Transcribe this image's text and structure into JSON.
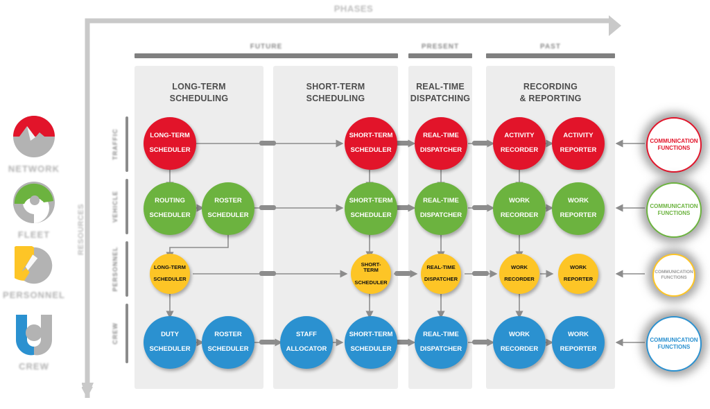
{
  "diagram": {
    "top_axis_label": "PHASES",
    "left_axis_label": "RESOURCES",
    "phases": [
      {
        "id": "future",
        "label": "FUTURE"
      },
      {
        "id": "present",
        "label": "PRESENT"
      },
      {
        "id": "past",
        "label": "PAST"
      }
    ],
    "columns": [
      {
        "id": "long-term-scheduling",
        "title_line1": "LONG-TERM",
        "title_line2": "SCHEDULING"
      },
      {
        "id": "short-term-scheduling",
        "title_line1": "SHORT-TERM",
        "title_line2": "SCHEDULING"
      },
      {
        "id": "real-time-dispatching",
        "title_line1": "REAL-TIME",
        "title_line2": "DISPATCHING"
      },
      {
        "id": "recording-reporting",
        "title_line1": "RECORDING",
        "title_line2": "& REPORTING"
      }
    ],
    "rows": [
      {
        "id": "traffic",
        "label": "TRAFFIC",
        "color": "#e2142a"
      },
      {
        "id": "vehicle",
        "label": "VEHICLE",
        "color": "#6cb33f"
      },
      {
        "id": "personnel",
        "label": "PERSONNEL",
        "color": "#fdc526"
      },
      {
        "id": "crew",
        "label": "CREW",
        "color": "#2b91d0"
      }
    ],
    "products": [
      {
        "id": "network",
        "label": "NETWORK",
        "color": "#e2142a"
      },
      {
        "id": "fleet",
        "label": "FLEET",
        "color": "#6cb33f"
      },
      {
        "id": "personnel",
        "label": "PERSONNEL",
        "color": "#fdc526"
      },
      {
        "id": "crew",
        "label": "CREW",
        "color": "#2b91d0"
      }
    ],
    "nodes": [
      {
        "row": "traffic",
        "col": "long-term-scheduling",
        "l1": "LONG-TERM",
        "l2": "SCHEDULER"
      },
      {
        "row": "traffic",
        "col": "short-term-scheduling",
        "l1": "SHORT-TERM",
        "l2": "SCHEDULER"
      },
      {
        "row": "traffic",
        "col": "real-time-dispatching",
        "l1": "REAL-TIME",
        "l2": "DISPATCHER"
      },
      {
        "row": "traffic",
        "col": "recording-reporting",
        "l1": "ACTIVITY",
        "l2": "RECORDER"
      },
      {
        "row": "traffic",
        "col": "recording-reporting",
        "l1": "ACTIVITY",
        "l2": "REPORTER"
      },
      {
        "row": "vehicle",
        "col": "long-term-scheduling",
        "l1": "ROUTING",
        "l2": "SCHEDULER"
      },
      {
        "row": "vehicle",
        "col": "long-term-scheduling",
        "l1": "ROSTER",
        "l2": "SCHEDULER"
      },
      {
        "row": "vehicle",
        "col": "short-term-scheduling",
        "l1": "SHORT-TERM",
        "l2": "SCHEDULER"
      },
      {
        "row": "vehicle",
        "col": "real-time-dispatching",
        "l1": "REAL-TIME",
        "l2": "DISPATCHER"
      },
      {
        "row": "vehicle",
        "col": "recording-reporting",
        "l1": "WORK",
        "l2": "RECORDER"
      },
      {
        "row": "vehicle",
        "col": "recording-reporting",
        "l1": "WORK",
        "l2": "REPORTER"
      },
      {
        "row": "personnel",
        "col": "long-term-scheduling",
        "l1": "LONG-TERM",
        "l2": "SCHEDULER"
      },
      {
        "row": "personnel",
        "col": "short-term-scheduling",
        "l1": "SHORT-TERM",
        "l2": "SCHEDULER"
      },
      {
        "row": "personnel",
        "col": "real-time-dispatching",
        "l1": "REAL-TIME",
        "l2": "DISPATCHER"
      },
      {
        "row": "personnel",
        "col": "recording-reporting",
        "l1": "WORK",
        "l2": "RECORDER"
      },
      {
        "row": "personnel",
        "col": "recording-reporting",
        "l1": "WORK",
        "l2": "REPORTER"
      },
      {
        "row": "crew",
        "col": "long-term-scheduling",
        "l1": "DUTY",
        "l2": "SCHEDULER"
      },
      {
        "row": "crew",
        "col": "long-term-scheduling",
        "l1": "ROSTER",
        "l2": "SCHEDULER"
      },
      {
        "row": "crew",
        "col": "short-term-scheduling",
        "l1": "STAFF",
        "l2": "ALLOCATOR"
      },
      {
        "row": "crew",
        "col": "short-term-scheduling",
        "l1": "SHORT-TERM",
        "l2": "SCHEDULER"
      },
      {
        "row": "crew",
        "col": "real-time-dispatching",
        "l1": "REAL-TIME",
        "l2": "DISPATCHER"
      },
      {
        "row": "crew",
        "col": "recording-reporting",
        "l1": "WORK",
        "l2": "RECORDER"
      },
      {
        "row": "crew",
        "col": "recording-reporting",
        "l1": "WORK",
        "l2": "REPORTER"
      }
    ],
    "communication": {
      "line1": "COMMUNICATION",
      "line2": "FUNCTIONS"
    },
    "colors": {
      "traffic": "#e2142a",
      "vehicle": "#6cb33f",
      "personnel": "#fdc526",
      "crew": "#2b91d0",
      "panel": "#ededed",
      "axis_gray": "#bdbdbd",
      "bar_gray": "#808080",
      "wire_gray": "#9a9a9a"
    }
  }
}
